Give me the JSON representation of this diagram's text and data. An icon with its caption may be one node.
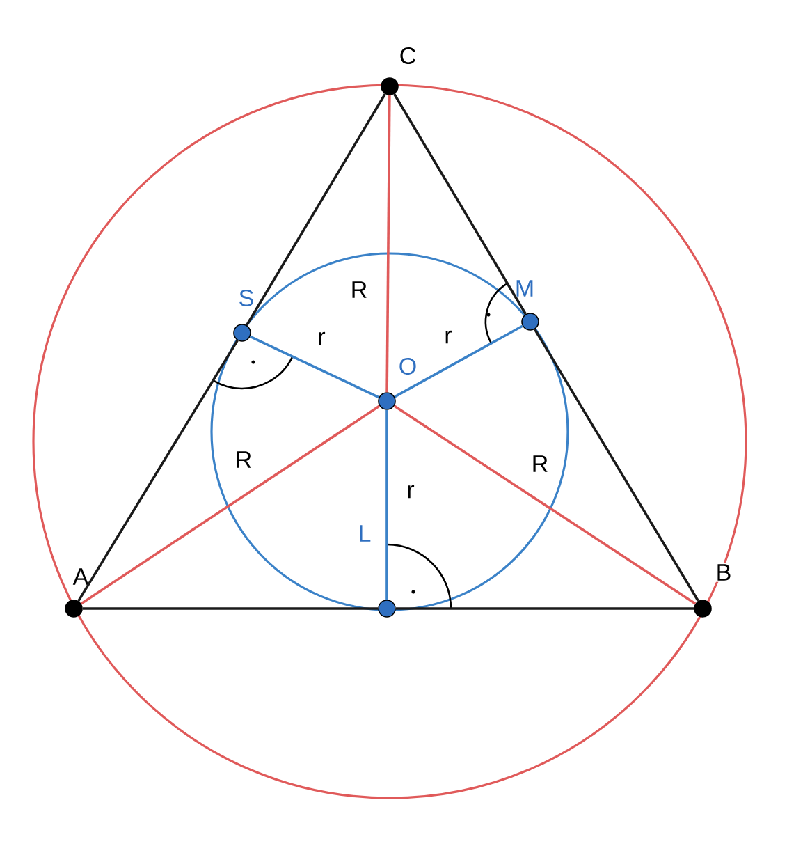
{
  "diagram": {
    "nodes": [
      {
        "text": [
          "A"
        ]
      },
      {
        "text": [
          "B"
        ]
      },
      {
        "text": [
          "C"
        ]
      },
      {
        "text": [
          "O"
        ]
      },
      {
        "text": [
          "S"
        ]
      },
      {
        "text": [
          "M"
        ]
      },
      {
        "text": [
          "L"
        ]
      }
    ],
    "edges": [
      {
        "from": 0,
        "to": 6,
        "arrow": "none",
        "color": "#1a1a1a"
      },
      {
        "from": 6,
        "to": 1,
        "arrow": "none",
        "color": "#1a1a1a"
      },
      {
        "from": 1,
        "to": 5,
        "arrow": "none",
        "color": "#1a1a1a"
      },
      {
        "from": 5,
        "to": 2,
        "arrow": "none",
        "color": "#1a1a1a"
      },
      {
        "from": 2,
        "to": 4,
        "arrow": "none",
        "color": "#1a1a1a"
      },
      {
        "from": 4,
        "to": 0,
        "arrow": "none",
        "color": "#1a1a1a"
      },
      {
        "from": 3,
        "to": 2,
        "arrow": "none",
        "label": "R",
        "color": "#e05a5a"
      },
      {
        "from": 3,
        "to": 0,
        "arrow": "none",
        "label": "R",
        "color": "#e05a5a"
      },
      {
        "from": 3,
        "to": 1,
        "arrow": "none",
        "label": "R",
        "color": "#e05a5a"
      },
      {
        "from": 3,
        "to": 4,
        "arrow": "none",
        "label": "r",
        "color": "#3b82c8"
      },
      {
        "from": 3,
        "to": 5,
        "arrow": "none",
        "label": "r",
        "color": "#3b82c8"
      },
      {
        "from": 3,
        "to": 6,
        "arrow": "none",
        "label": "r",
        "color": "#3b82c8"
      }
    ]
  }
}
